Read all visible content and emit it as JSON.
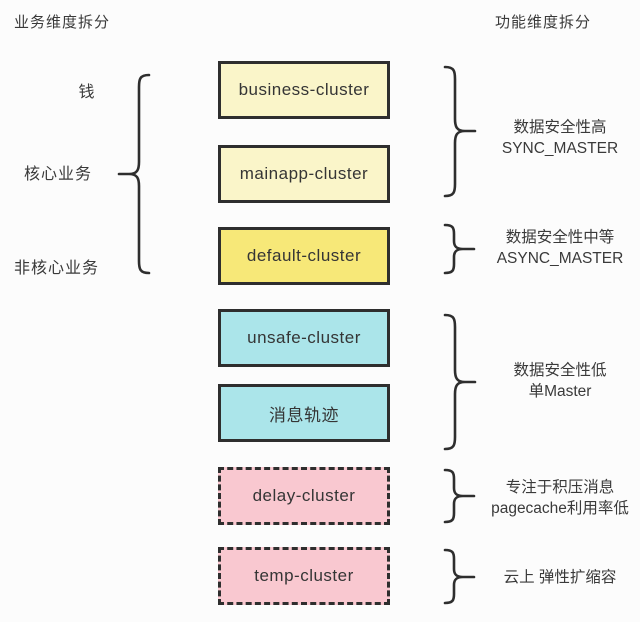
{
  "titles": {
    "left": "业务维度拆分",
    "right": "功能维度拆分"
  },
  "left_labels": [
    {
      "text": "钱"
    },
    {
      "text": "核心业务"
    },
    {
      "text": "非核心业务"
    }
  ],
  "clusters": [
    {
      "label": "business-cluster",
      "fill": "cream",
      "border": "solid"
    },
    {
      "label": "mainapp-cluster",
      "fill": "cream",
      "border": "solid"
    },
    {
      "label": "default-cluster",
      "fill": "yellow",
      "border": "solid"
    },
    {
      "label": "unsafe-cluster",
      "fill": "cyan",
      "border": "solid"
    },
    {
      "label": "消息轨迹",
      "fill": "cyan",
      "border": "solid"
    },
    {
      "label": "delay-cluster",
      "fill": "pink",
      "border": "dashed"
    },
    {
      "label": "temp-cluster",
      "fill": "pink",
      "border": "dashed"
    }
  ],
  "right_annotations": [
    {
      "line1": "数据安全性高",
      "line2": "SYNC_MASTER"
    },
    {
      "line1": "数据安全性中等",
      "line2": "ASYNC_MASTER"
    },
    {
      "line1": "数据安全性低",
      "line2": "单Master"
    },
    {
      "line1": "专注于积压消息",
      "line2": "pagecache利用率低"
    },
    {
      "line1": "云上 弹性扩缩容",
      "line2": ""
    }
  ],
  "colors": {
    "cream": "#FAF5C9",
    "yellow": "#F7E878",
    "cyan": "#ABE5EA",
    "pink": "#F9C8D0",
    "border": "#2e2e2e",
    "text": "#3a3a3a",
    "bg": "#fcfcfc"
  }
}
